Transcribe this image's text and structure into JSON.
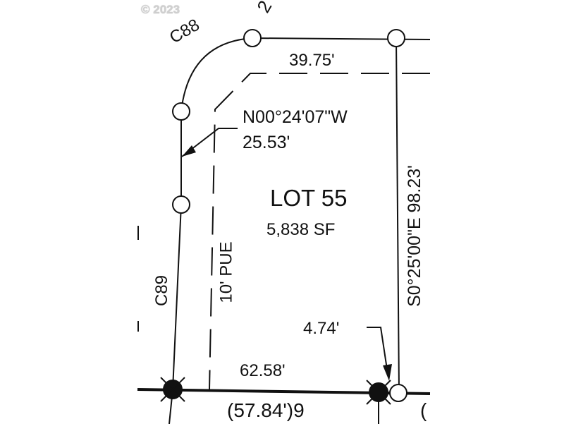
{
  "watermark": "© 2023",
  "lot": {
    "name": "LOT 55",
    "area": "5,838 SF"
  },
  "labels": {
    "curve_top": "C88",
    "curve_left": "C89",
    "top_fragment": "2",
    "easement_top_distance": "39.75'",
    "bearing_left": "N00°24'07\"W",
    "distance_left": "25.53'",
    "easement": "10' PUE",
    "bearing_right": "S0°25'00\"E 98.23'",
    "small_distance": "4.74'",
    "bottom_distance": "62.58'",
    "bottom_record": "(57.84')9",
    "bottom_fragment": "("
  },
  "colors": {
    "line": "#111111",
    "background": "#ffffff",
    "watermark": "#d0d0d0"
  }
}
